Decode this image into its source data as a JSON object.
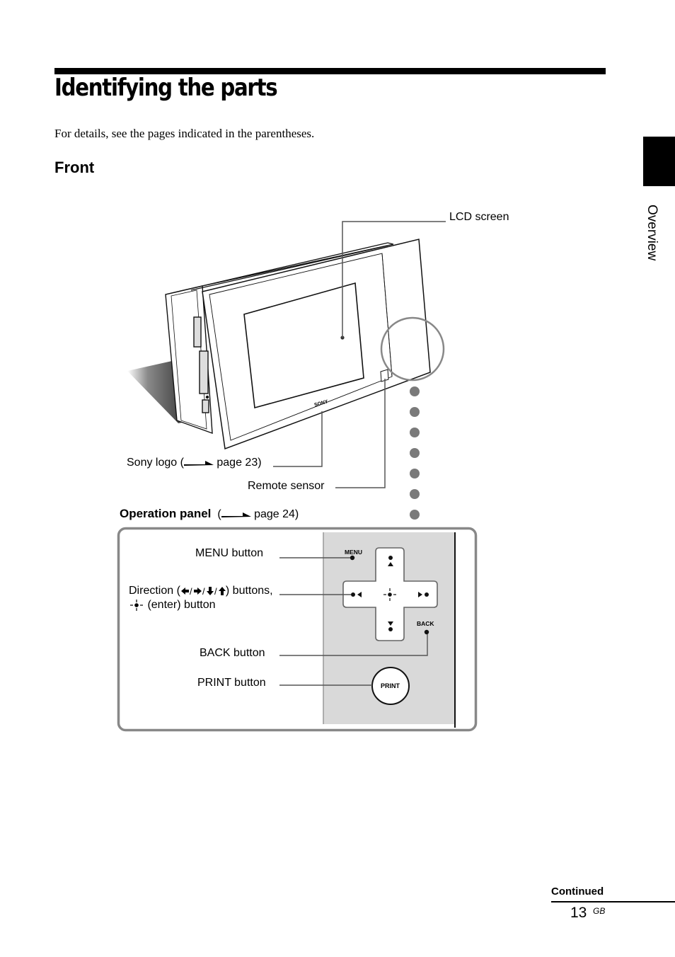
{
  "header": {
    "title": "Identifying the parts",
    "intro": "For details, see the pages indicated in the parentheses."
  },
  "side_tab": {
    "label": "Overview"
  },
  "section": {
    "title": "Front"
  },
  "labels": {
    "lcd_screen": "LCD screen",
    "sony_logo_prefix": "Sony logo (",
    "sony_logo_page": " page 23)",
    "remote_sensor": "Remote sensor",
    "operation_panel": "Operation panel",
    "operation_panel_open": "(",
    "operation_panel_page": " page 24)",
    "menu_button": "MENU button",
    "direction_prefix": "Direction (",
    "direction_suffix": ") buttons,",
    "enter_button": "(enter) button",
    "back_button": "BACK button",
    "print_button": "PRINT button"
  },
  "device": {
    "brand": "SONY"
  },
  "panel": {
    "menu": "MENU",
    "back": "BACK",
    "print": "PRINT"
  },
  "footer": {
    "continued": "Continued",
    "page_number": "13",
    "page_suffix": "GB"
  }
}
